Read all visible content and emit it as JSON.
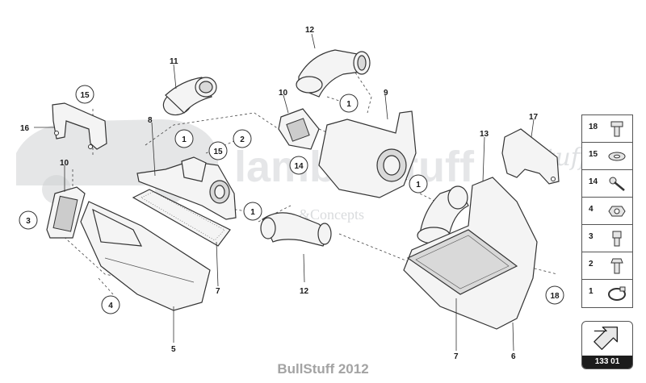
{
  "diagram": {
    "callouts": [
      {
        "id": "c11",
        "label": "11",
        "circled": false
      },
      {
        "id": "c12a",
        "label": "12",
        "circled": false
      },
      {
        "id": "c15a",
        "label": "15",
        "circled": true
      },
      {
        "id": "c16",
        "label": "16",
        "circled": false
      },
      {
        "id": "c8",
        "label": "8",
        "circled": false
      },
      {
        "id": "c1a",
        "label": "1",
        "circled": true
      },
      {
        "id": "c2",
        "label": "2",
        "circled": true
      },
      {
        "id": "c15b",
        "label": "15",
        "circled": true
      },
      {
        "id": "c10a",
        "label": "10",
        "circled": false
      },
      {
        "id": "c10b",
        "label": "10",
        "circled": false
      },
      {
        "id": "c1b",
        "label": "1",
        "circled": true
      },
      {
        "id": "c9",
        "label": "9",
        "circled": false
      },
      {
        "id": "c14",
        "label": "14",
        "circled": true
      },
      {
        "id": "c13",
        "label": "13",
        "circled": false
      },
      {
        "id": "c17",
        "label": "17",
        "circled": false
      },
      {
        "id": "c1c",
        "label": "1",
        "circled": true
      },
      {
        "id": "c3",
        "label": "3",
        "circled": true
      },
      {
        "id": "c1d",
        "label": "1",
        "circled": true
      },
      {
        "id": "c7a",
        "label": "7",
        "circled": false
      },
      {
        "id": "c12b",
        "label": "12",
        "circled": false
      },
      {
        "id": "c4",
        "label": "4",
        "circled": true
      },
      {
        "id": "c5",
        "label": "5",
        "circled": false
      },
      {
        "id": "c18",
        "label": "18",
        "circled": true
      },
      {
        "id": "c7b",
        "label": "7",
        "circled": false
      },
      {
        "id": "c6",
        "label": "6",
        "circled": false
      }
    ],
    "watermark": {
      "line1": "lamborstuff",
      "line2": "&Concepts",
      "script": "stuff"
    }
  },
  "legend": {
    "items": [
      {
        "label": "18",
        "icon": "bolt-flange-icon"
      },
      {
        "label": "15",
        "icon": "washer-icon"
      },
      {
        "label": "14",
        "icon": "screw-icon"
      },
      {
        "label": "4",
        "icon": "nut-icon"
      },
      {
        "label": "3",
        "icon": "socket-bolt-icon"
      },
      {
        "label": "2",
        "icon": "hex-bolt-icon"
      },
      {
        "label": "1",
        "icon": "hose-clamp-icon"
      }
    ]
  },
  "page_ref": {
    "number": "133 01",
    "icon": "arrow-icon"
  },
  "footer": {
    "text": "BullStuff 2012"
  }
}
